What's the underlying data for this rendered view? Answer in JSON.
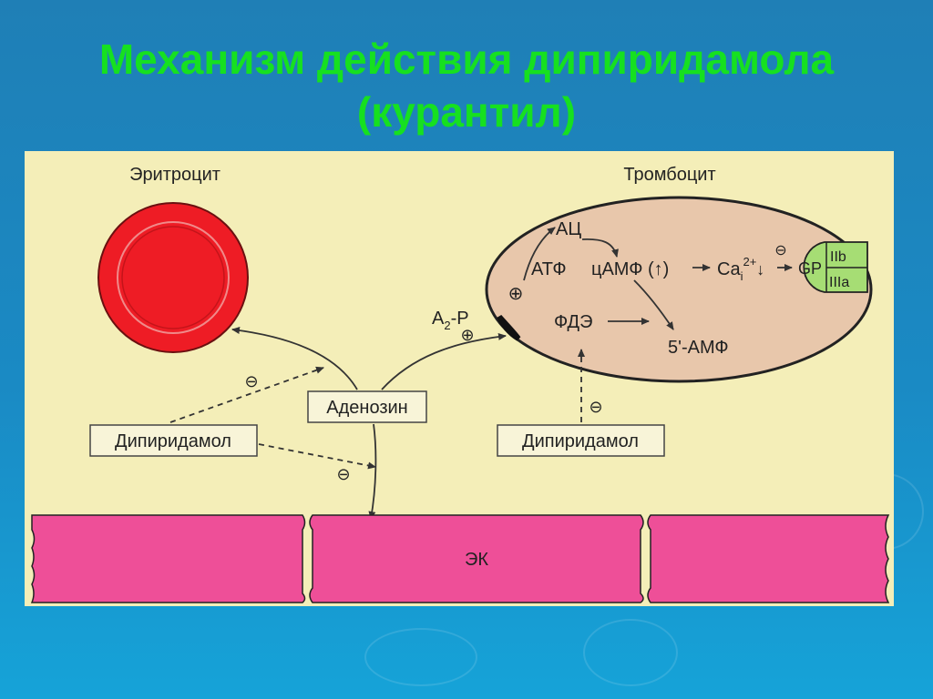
{
  "title": {
    "line1": "Механизм действия дипиридамола",
    "line2": "(курантил)"
  },
  "diagram": {
    "erythrocyte_label": "Эритроцит",
    "platelet_label": "Тромбоцит",
    "adenosine_box": "Аденозин",
    "dipyridamole_box_left": "Дипиридамол",
    "dipyridamole_box_right": "Дипиридамол",
    "receptor_label": "A",
    "receptor_subscript": "2",
    "receptor_suffix": "-P",
    "plus_sign": "⊕",
    "minus_sign": "⊖",
    "ac_label": "АЦ",
    "atp_label": "АТФ",
    "camp_label": "цАМФ (↑)",
    "ca_label": "Ca",
    "ca_superscript": "2+",
    "ca_subscript": "i",
    "ca_arrow": "↓",
    "gp_label": "GP",
    "iib_label": "IIb",
    "iiia_label": "IIIa",
    "pde_label": "ФДЭ",
    "amp_label": "5'-АМФ",
    "endothelium_label": "ЭК"
  },
  "colors": {
    "background": "#1a8ac4",
    "title": "#16e020",
    "panel": "#f4eeb8",
    "erythrocyte": "#ee1c25",
    "platelet": "#e8c7ab",
    "endothelium": "#ee4f98",
    "gp_receptor": "#a6dd74"
  }
}
